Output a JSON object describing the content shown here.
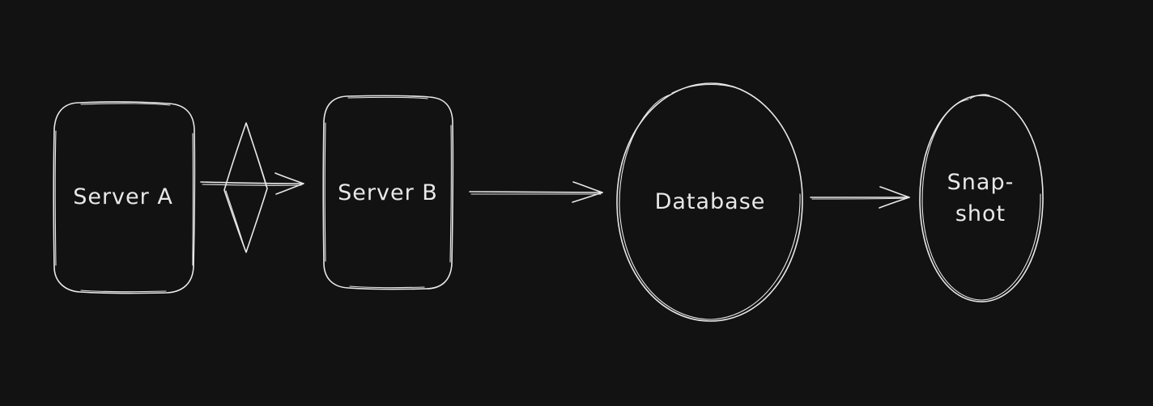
{
  "diagram": {
    "theme": {
      "background": "#121212",
      "stroke": "#e8e8e8",
      "text": "#e8e8e8"
    },
    "nodes": [
      {
        "id": "server-a",
        "shape": "rounded-rectangle",
        "label": "Server A"
      },
      {
        "id": "server-b",
        "shape": "rounded-rectangle",
        "label": "Server B"
      },
      {
        "id": "database",
        "shape": "ellipse",
        "label": "Database"
      },
      {
        "id": "snapshot",
        "shape": "ellipse",
        "label_line1": "Snap-",
        "label_line2": "shot"
      }
    ],
    "edges": [
      {
        "from": "server-a",
        "to": "server-b"
      },
      {
        "from": "server-b",
        "to": "database"
      },
      {
        "from": "database",
        "to": "snapshot"
      }
    ]
  }
}
